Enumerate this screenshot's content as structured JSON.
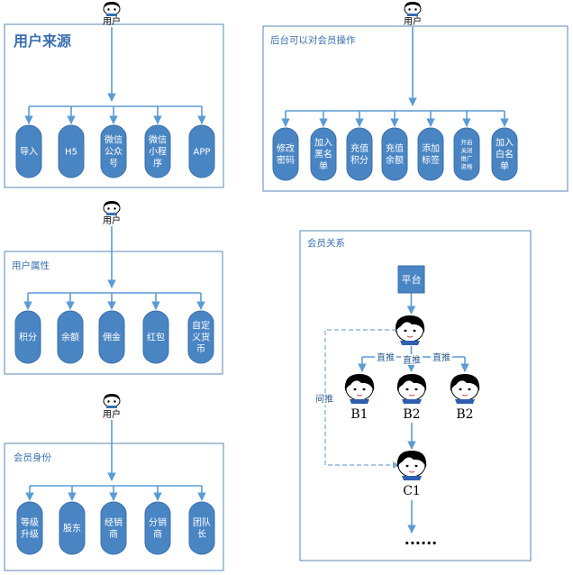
{
  "colors": {
    "panel_border": "#5a87b5",
    "connector": "#5b9bd5",
    "node_fill": "#4a85c3",
    "title_text": "#3a6fb0"
  },
  "panels": {
    "user_source": {
      "title": "用户来源",
      "user_label": "用户",
      "nodes": [
        {
          "lines": [
            "导入"
          ]
        },
        {
          "lines": [
            "H5"
          ]
        },
        {
          "lines": [
            "微信",
            "公众",
            "号"
          ]
        },
        {
          "lines": [
            "微信",
            "小程",
            "序"
          ]
        },
        {
          "lines": [
            "APP"
          ]
        }
      ]
    },
    "admin_ops": {
      "title": "后台可以对会员操作",
      "user_label": "用户",
      "nodes": [
        {
          "lines": [
            "修改",
            "密码"
          ]
        },
        {
          "lines": [
            "加入",
            "黑名",
            "单"
          ]
        },
        {
          "lines": [
            "充值",
            "积分"
          ]
        },
        {
          "lines": [
            "充值",
            "余额"
          ]
        },
        {
          "lines": [
            "添加",
            "标签"
          ]
        },
        {
          "lines": [
            "开启",
            "关闭",
            "推广",
            "资格"
          ],
          "small": true
        },
        {
          "lines": [
            "加入",
            "白名",
            "单"
          ]
        }
      ]
    },
    "user_attributes": {
      "title": "用户属性",
      "user_label": "用户",
      "nodes": [
        {
          "lines": [
            "积分"
          ]
        },
        {
          "lines": [
            "余额"
          ]
        },
        {
          "lines": [
            "佣金"
          ]
        },
        {
          "lines": [
            "红包"
          ]
        },
        {
          "lines": [
            "自定",
            "义货",
            "币"
          ]
        }
      ]
    },
    "member_identity": {
      "title": "会员身份",
      "user_label": "用户",
      "nodes": [
        {
          "lines": [
            "等级",
            "升级"
          ]
        },
        {
          "lines": [
            "股东"
          ]
        },
        {
          "lines": [
            "经销",
            "商"
          ]
        },
        {
          "lines": [
            "分销",
            "商"
          ]
        },
        {
          "lines": [
            "团队",
            "长"
          ]
        }
      ]
    },
    "member_relations": {
      "title": "会员关系",
      "platform": "平台",
      "direct_label": "直推",
      "indirect_label": "间推",
      "members": [
        "B1",
        "B2",
        "B2",
        "C1"
      ],
      "ellipsis": "......"
    }
  }
}
